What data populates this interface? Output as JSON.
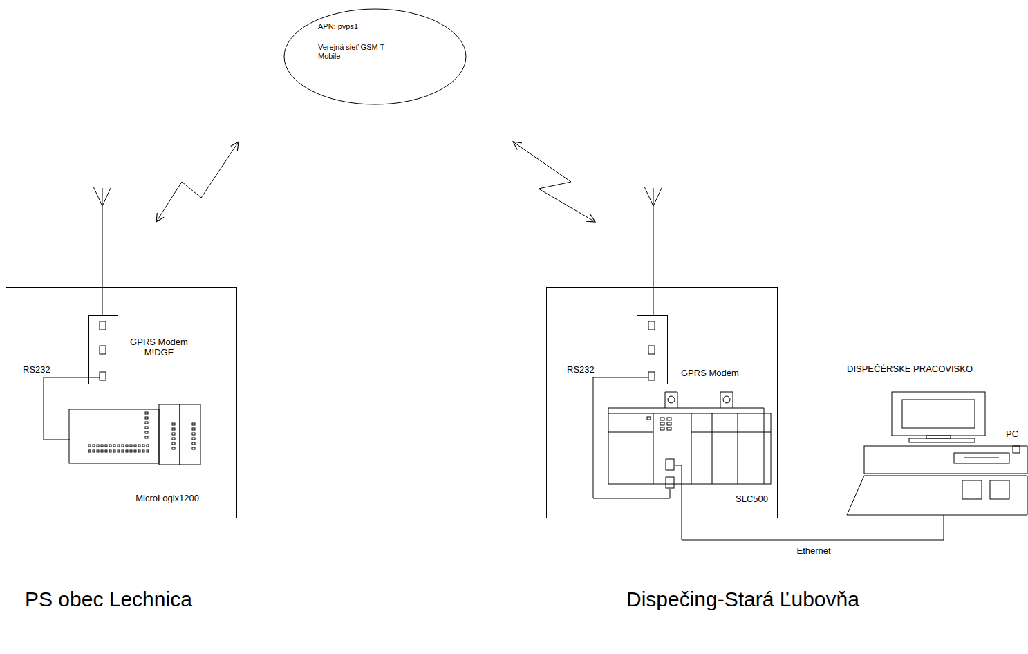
{
  "diagram": {
    "nodes": [
      {
        "text": [
          "APN: pvps1",
          "Verejná sieť GSM T-Mobile"
        ]
      },
      {
        "text": [
          "PS obec Lechnica"
        ]
      },
      {
        "text": [
          "GPRS Modem M!DGE"
        ],
        "in": 1
      },
      {
        "text": [
          "MicroLogix1200"
        ],
        "in": 1
      },
      {
        "text": [
          "Dispečing-Stará Ľubovňa"
        ]
      },
      {
        "text": [
          "GPRS Modem"
        ],
        "in": 4
      },
      {
        "text": [
          "SLC500"
        ],
        "in": 4
      },
      {
        "text": [
          "DISPEČÉRSKE PRACOVISKO",
          "PC"
        ]
      }
    ],
    "edges": [
      {
        "from": 0,
        "to": 2,
        "arrow": "both"
      },
      {
        "from": 0,
        "to": 5,
        "arrow": "both"
      },
      {
        "from": 2,
        "to": 3,
        "arrow": "none",
        "label": "RS232"
      },
      {
        "from": 5,
        "to": 6,
        "arrow": "none",
        "label": "RS232"
      },
      {
        "from": 6,
        "to": 7,
        "arrow": "none",
        "label": "Ethernet"
      }
    ]
  }
}
